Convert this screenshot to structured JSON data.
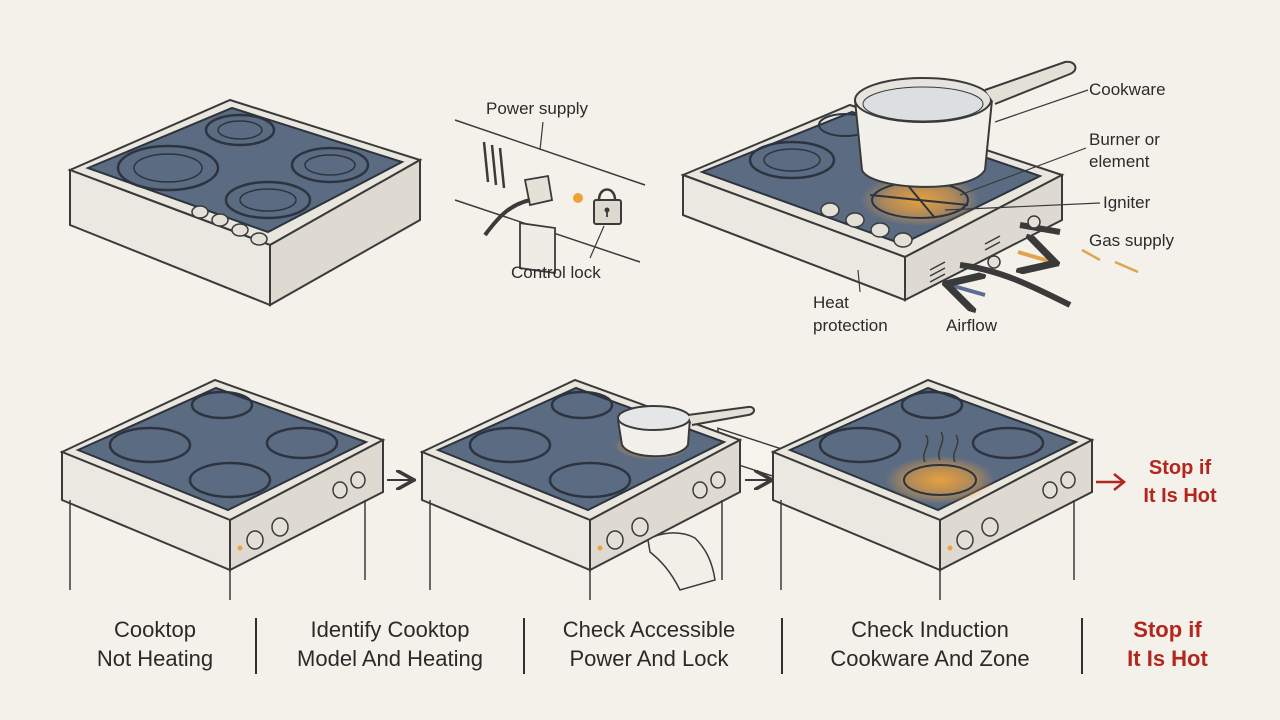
{
  "labels": {
    "power_supply": "Power supply",
    "control_lock": "Control lock",
    "cookware": "Cookware",
    "burner_line1": "Burner or",
    "burner_line2": "element",
    "igniter": "Igniter",
    "gas_supply": "Gas supply",
    "heat_line1": "Heat",
    "heat_line2": "protection",
    "airflow": "Airflow"
  },
  "stop_top": {
    "line1": "Stop if",
    "line2": "It Is Hot"
  },
  "captions": [
    {
      "line1": "Cooktop",
      "line2": "Not Heating"
    },
    {
      "line1": "Identify Cooktop",
      "line2": "Model And Heating"
    },
    {
      "line1": "Check Accessible",
      "line2": "Power And Lock"
    },
    {
      "line1": "Check Induction",
      "line2": "Cookware And Zone"
    },
    {
      "line1": "Stop if",
      "line2": "It Is Hot"
    }
  ],
  "colors": {
    "background": "#f3f1ea",
    "glass": "#5b6b82",
    "heat_glow": "#f0a23a",
    "warning_red": "#b3261e",
    "line": "#3a3a3a"
  }
}
